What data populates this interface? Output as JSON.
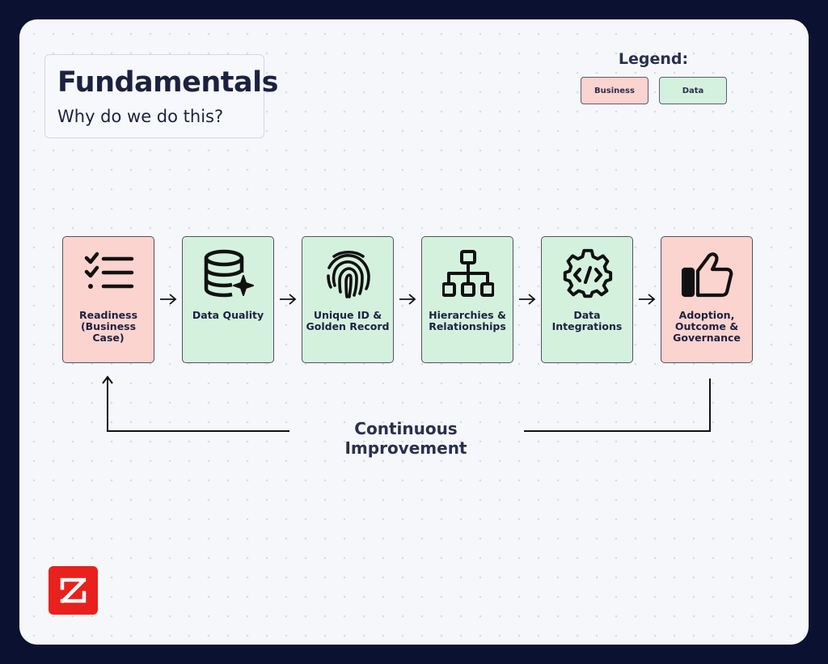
{
  "title_card": {
    "title": "Fundamentals",
    "subtitle": "Why do we do this?"
  },
  "legend": {
    "title": "Legend:",
    "items": [
      {
        "label": "Business",
        "color": "#fbd3cf"
      },
      {
        "label": "Data",
        "color": "#d4f1de"
      }
    ]
  },
  "steps": [
    {
      "label": "Readiness (Business Case)",
      "category": "Business",
      "icon": "checklist-icon"
    },
    {
      "label": "Data Quality",
      "category": "Data",
      "icon": "database-sparkle-icon"
    },
    {
      "label": "Unique ID & Golden Record",
      "category": "Data",
      "icon": "fingerprint-icon"
    },
    {
      "label": "Hierarchies & Relationships",
      "category": "Data",
      "icon": "hierarchy-icon"
    },
    {
      "label": "Data Integrations",
      "category": "Data",
      "icon": "code-gear-icon"
    },
    {
      "label": "Adoption, Outcome & Governance",
      "category": "Business",
      "icon": "thumbs-up-icon"
    }
  ],
  "loop_label": "Continuous Improvement",
  "logo": {
    "icon": "zoominfo-z-logo",
    "color": "#e8211d"
  }
}
